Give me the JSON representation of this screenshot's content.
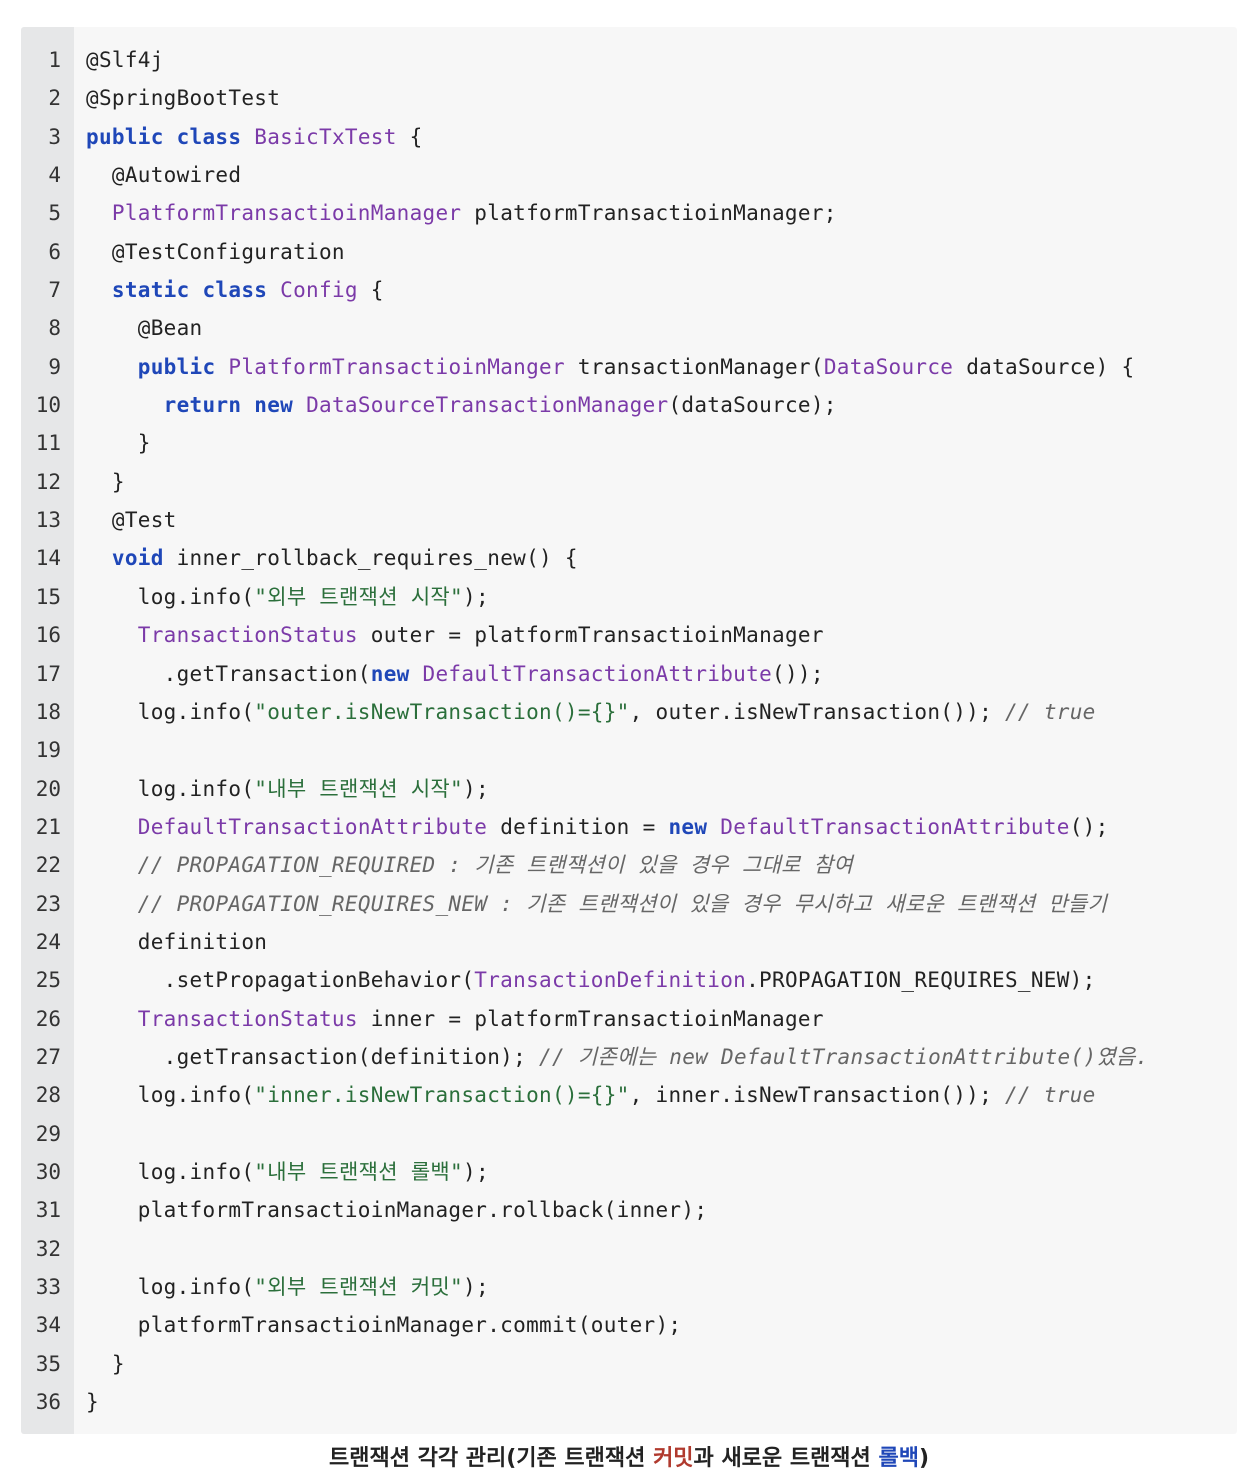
{
  "code_lines": [
    [
      {
        "t": "@Slf4j",
        "c": ""
      }
    ],
    [
      {
        "t": "@SpringBootTest",
        "c": ""
      }
    ],
    [
      {
        "t": "public class",
        "c": "kw"
      },
      {
        "t": " ",
        "c": ""
      },
      {
        "t": "BasicTxTest",
        "c": "ty"
      },
      {
        "t": " {",
        "c": ""
      }
    ],
    [
      {
        "t": "  @Autowired",
        "c": ""
      }
    ],
    [
      {
        "t": "  ",
        "c": ""
      },
      {
        "t": "PlatformTransactioinManager",
        "c": "ty"
      },
      {
        "t": " platformTransactioinManager;",
        "c": ""
      }
    ],
    [
      {
        "t": "  @TestConfiguration",
        "c": ""
      }
    ],
    [
      {
        "t": "  ",
        "c": ""
      },
      {
        "t": "static class",
        "c": "kw"
      },
      {
        "t": " ",
        "c": ""
      },
      {
        "t": "Config",
        "c": "ty"
      },
      {
        "t": " {",
        "c": ""
      }
    ],
    [
      {
        "t": "    @Bean",
        "c": ""
      }
    ],
    [
      {
        "t": "    ",
        "c": ""
      },
      {
        "t": "public",
        "c": "kw"
      },
      {
        "t": " ",
        "c": ""
      },
      {
        "t": "PlatformTransactioinManger",
        "c": "ty"
      },
      {
        "t": " transactionManager(",
        "c": ""
      },
      {
        "t": "DataSource",
        "c": "ty"
      },
      {
        "t": " dataSource) {",
        "c": ""
      }
    ],
    [
      {
        "t": "      ",
        "c": ""
      },
      {
        "t": "return new",
        "c": "kw"
      },
      {
        "t": " ",
        "c": ""
      },
      {
        "t": "DataSourceTransactionManager",
        "c": "ty"
      },
      {
        "t": "(dataSource);",
        "c": ""
      }
    ],
    [
      {
        "t": "    }",
        "c": ""
      }
    ],
    [
      {
        "t": "  }",
        "c": ""
      }
    ],
    [
      {
        "t": "  @Test",
        "c": ""
      }
    ],
    [
      {
        "t": "  ",
        "c": ""
      },
      {
        "t": "void",
        "c": "kw"
      },
      {
        "t": " inner_rollback_requires_new() {",
        "c": ""
      }
    ],
    [
      {
        "t": "    log.info(",
        "c": ""
      },
      {
        "t": "\"외부 트랜잭션 시작\"",
        "c": "st"
      },
      {
        "t": ");",
        "c": ""
      }
    ],
    [
      {
        "t": "    ",
        "c": ""
      },
      {
        "t": "TransactionStatus",
        "c": "ty"
      },
      {
        "t": " outer = platformTransactioinManager",
        "c": ""
      }
    ],
    [
      {
        "t": "      .getTransaction(",
        "c": ""
      },
      {
        "t": "new",
        "c": "kw"
      },
      {
        "t": " ",
        "c": ""
      },
      {
        "t": "DefaultTransactionAttribute",
        "c": "ty"
      },
      {
        "t": "());",
        "c": ""
      }
    ],
    [
      {
        "t": "    log.info(",
        "c": ""
      },
      {
        "t": "\"outer.isNewTransaction()={}\"",
        "c": "st"
      },
      {
        "t": ", outer.isNewTransaction()); ",
        "c": ""
      },
      {
        "t": "// true",
        "c": "cm"
      }
    ],
    [
      {
        "t": "",
        "c": ""
      }
    ],
    [
      {
        "t": "    log.info(",
        "c": ""
      },
      {
        "t": "\"내부 트랜잭션 시작\"",
        "c": "st"
      },
      {
        "t": ");",
        "c": ""
      }
    ],
    [
      {
        "t": "    ",
        "c": ""
      },
      {
        "t": "DefaultTransactionAttribute",
        "c": "ty"
      },
      {
        "t": " definition = ",
        "c": ""
      },
      {
        "t": "new",
        "c": "kw"
      },
      {
        "t": " ",
        "c": ""
      },
      {
        "t": "DefaultTransactionAttribute",
        "c": "ty"
      },
      {
        "t": "();",
        "c": ""
      }
    ],
    [
      {
        "t": "    ",
        "c": ""
      },
      {
        "t": "// PROPAGATION_REQUIRED : 기존 트랜잭션이 있을 경우 그대로 참여",
        "c": "cm"
      }
    ],
    [
      {
        "t": "    ",
        "c": ""
      },
      {
        "t": "// PROPAGATION_REQUIRES_NEW : 기존 트랜잭션이 있을 경우 무시하고 새로운 트랜잭션 만들기",
        "c": "cm"
      }
    ],
    [
      {
        "t": "    definition",
        "c": ""
      }
    ],
    [
      {
        "t": "      .setPropagationBehavior(",
        "c": ""
      },
      {
        "t": "TransactionDefinition",
        "c": "ty"
      },
      {
        "t": ".PROPAGATION_REQUIRES_NEW);",
        "c": ""
      }
    ],
    [
      {
        "t": "    ",
        "c": ""
      },
      {
        "t": "TransactionStatus",
        "c": "ty"
      },
      {
        "t": " inner = platformTransactioinManager",
        "c": ""
      }
    ],
    [
      {
        "t": "      .getTransaction(definition); ",
        "c": ""
      },
      {
        "t": "// 기존에는 new DefaultTransactionAttribute()였음.",
        "c": "cm"
      }
    ],
    [
      {
        "t": "    log.info(",
        "c": ""
      },
      {
        "t": "\"inner.isNewTransaction()={}\"",
        "c": "st"
      },
      {
        "t": ", inner.isNewTransaction()); ",
        "c": ""
      },
      {
        "t": "// true",
        "c": "cm"
      }
    ],
    [
      {
        "t": "",
        "c": ""
      }
    ],
    [
      {
        "t": "    log.info(",
        "c": ""
      },
      {
        "t": "\"내부 트랜잭션 롤백\"",
        "c": "st"
      },
      {
        "t": ");",
        "c": ""
      }
    ],
    [
      {
        "t": "    platformTransactioinManager.rollback(inner);",
        "c": ""
      }
    ],
    [
      {
        "t": "",
        "c": ""
      }
    ],
    [
      {
        "t": "    log.info(",
        "c": ""
      },
      {
        "t": "\"외부 트랜잭션 커밋\"",
        "c": "st"
      },
      {
        "t": ");",
        "c": ""
      }
    ],
    [
      {
        "t": "    platformTransactioinManager.commit(outer);",
        "c": ""
      }
    ],
    [
      {
        "t": "  }",
        "c": ""
      }
    ],
    [
      {
        "t": "}",
        "c": ""
      }
    ]
  ],
  "caption": {
    "part1": "트랜잭션 각각 관리(기존 트랜잭션 ",
    "highlight1": "커밋",
    "part2": "과 새로운 트랜잭션 ",
    "highlight2": "롤백",
    "part3": ")"
  },
  "colors": {
    "keyword": "#1f47b8",
    "type": "#7b3aa8",
    "string": "#2b6f3b",
    "comment": "#666666",
    "caption_red": "#b03a2e",
    "caption_blue": "#1f47b8"
  }
}
